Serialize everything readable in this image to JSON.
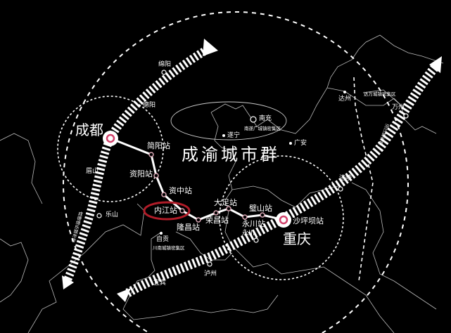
{
  "title": "成渝城市群",
  "cities": {
    "chengdu": "成都",
    "chongqing": "重庆"
  },
  "stations": {
    "jianyang": "简阳站",
    "ziyang": "资阳站",
    "zizhong": "资中站",
    "neijiang": "内江站",
    "longchang": "隆昌站",
    "rongchang": "荣昌站",
    "dazu": "大足站",
    "bishan": "璧山站",
    "yongchuan": "永川站",
    "shapingba": "沙坪坝站"
  },
  "places": {
    "mianyang": "绵阳",
    "deyang": "德阳",
    "meishan": "眉山",
    "leshan": "乐山",
    "zigong": "自贡",
    "luzhou": "泸州",
    "yibin": "宜宾",
    "yongchuan": "永川",
    "nanchong": "南充",
    "suining": "遂宁",
    "guangan": "广安",
    "dazhou": "达州",
    "wanzhou": "万州",
    "fuling": "涪陵"
  },
  "regions": {
    "chuannan": "川南城镇密集区",
    "nansuiguang": "南遂广城镇密集区",
    "dawan": "达万城镇密集区",
    "yanjiang": "沿江城市带",
    "chengdemianle": "成德绵乐城市带"
  },
  "colors": {
    "background": "#000000",
    "line": "#ffffff",
    "station_ring": "#d0406a",
    "highlight": "#b01c28"
  }
}
